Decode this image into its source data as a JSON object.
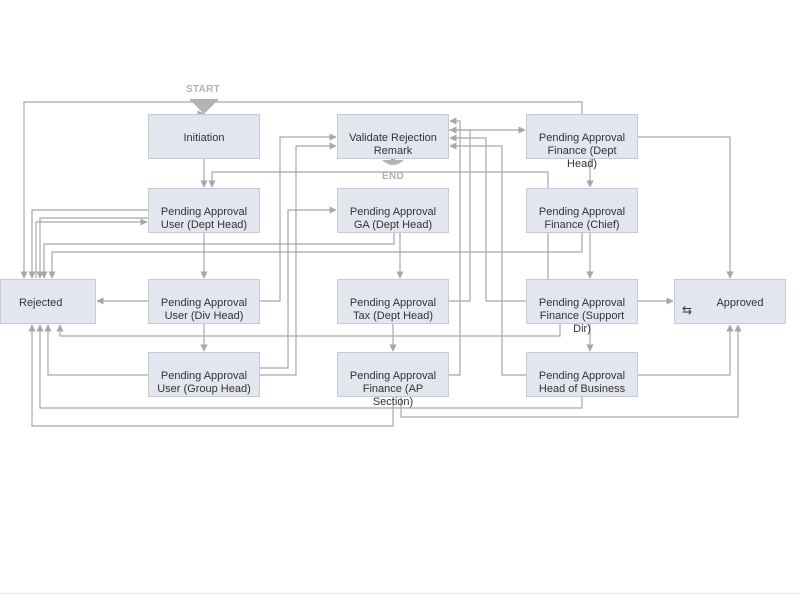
{
  "diagram": {
    "start_label": "START",
    "end_label": "END",
    "nodes": {
      "initiation": "Initiation",
      "validate": "Validate Rejection\nRemark",
      "fin_dept": "Pending Approval\nFinance (Dept\nHead)",
      "user_dept": "Pending Approval\nUser (Dept Head)",
      "ga_dept": "Pending Approval\nGA (Dept Head)",
      "fin_chief": "Pending Approval\nFinance (Chief)",
      "rejected": "Rejected",
      "user_div": "Pending Approval\nUser (Div Head)",
      "tax_dept": "Pending Approval\nTax (Dept Head)",
      "fin_support": "Pending Approval\nFinance (Support\nDir)",
      "approved": "Approved",
      "user_group": "Pending Approval\nUser (Group Head)",
      "fin_ap": "Pending Approval\nFinance (AP\nSection)",
      "head_business": "Pending Approval\nHead of Business"
    },
    "approved_icon": "cycle-icon",
    "colors": {
      "node_fill": "#e4e6ef",
      "node_border": "#c6c9d6",
      "edge": "#a8a8a8",
      "marker": "#b3b3b3"
    }
  }
}
